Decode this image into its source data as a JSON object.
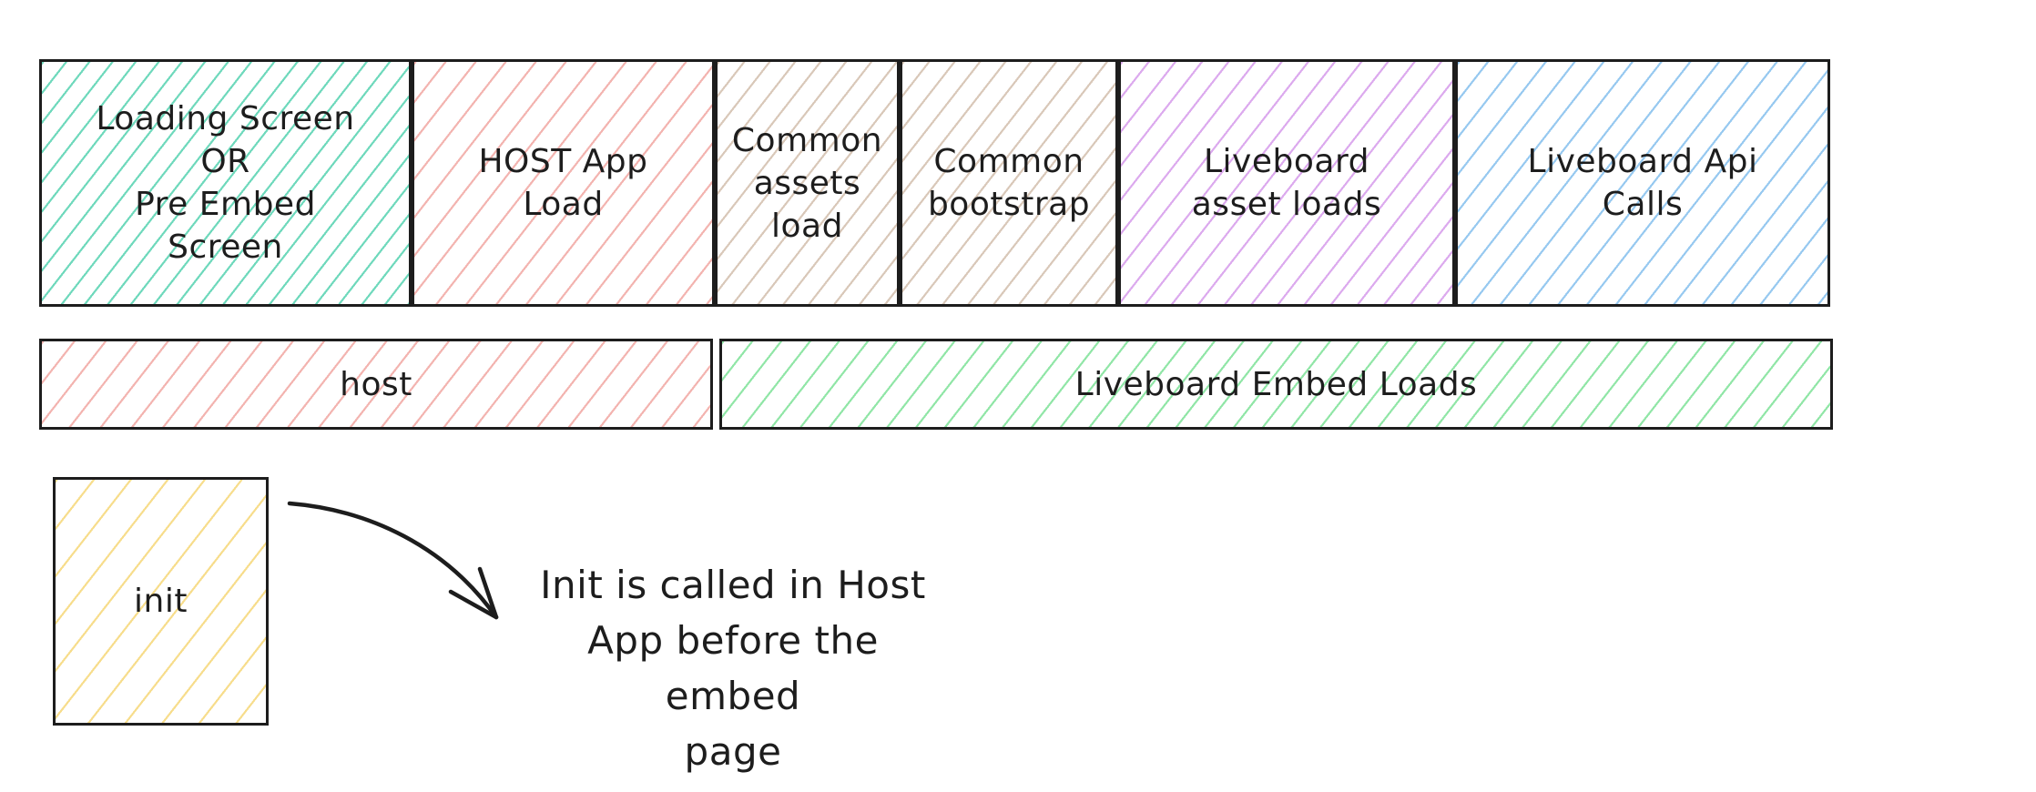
{
  "palette": {
    "ink": "#1d1d1d",
    "teal": "#6fd9bc",
    "red": "#f3b4b0",
    "tan": "#d9c8b9",
    "purple": "#dcaaee",
    "blue": "#97c9f0",
    "green": "#91e6a7",
    "yellow": "#f7dd8c"
  },
  "phases": [
    {
      "label": "Loading Screen\nOR\nPre Embed\nScreen",
      "color": "teal"
    },
    {
      "label": "HOST App\nLoad",
      "color": "red"
    },
    {
      "label": "Common\nassets\nload",
      "color": "tan"
    },
    {
      "label": "Common\nbootstrap",
      "color": "tan"
    },
    {
      "label": "Liveboard\nasset loads",
      "color": "purple"
    },
    {
      "label": "Liveboard Api\nCalls",
      "color": "blue"
    }
  ],
  "lanes": [
    {
      "label": "host",
      "color": "red"
    },
    {
      "label": "Liveboard Embed Loads",
      "color": "green"
    }
  ],
  "init_box": {
    "label": "init",
    "color": "yellow"
  },
  "note": {
    "text": "Init is called in Host\nApp before the embed\npage"
  }
}
